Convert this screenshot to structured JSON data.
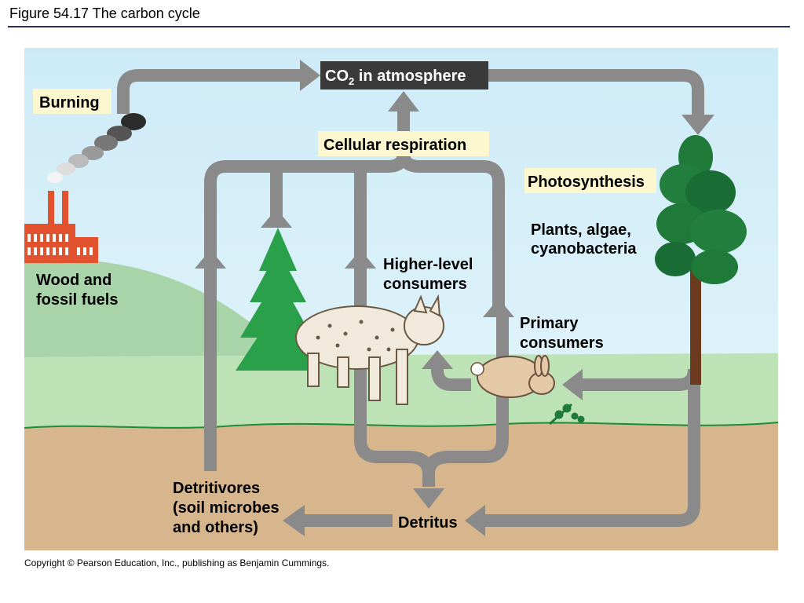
{
  "header": {
    "figure_title": "Figure 54.17  The carbon cycle"
  },
  "diagram": {
    "atmosphere": {
      "prefix": "CO",
      "subscript": "2",
      "suffix": " in atmosphere"
    },
    "burning": "Burning",
    "cellular_respiration": "Cellular respiration",
    "photosynthesis": "Photosynthesis",
    "plants": [
      "Plants, algae,",
      "cyanobacteria"
    ],
    "wood_fuels": [
      "Wood and",
      "fossil fuels"
    ],
    "higher_consumers": [
      "Higher-level",
      "consumers"
    ],
    "primary_consumers": [
      "Primary",
      "consumers"
    ],
    "detritivores": [
      "Detritivores",
      "(soil microbes",
      "and others)"
    ],
    "detritus": "Detritus"
  },
  "footer": {
    "copyright": "Copyright © Pearson Education, Inc., publishing as Benjamin Cummings."
  },
  "colors": {
    "sky": "#d7eff9",
    "hill": "#a9d4aa",
    "grass": "#b9dfb3",
    "soil": "#d7b68d",
    "arrow": "#8a8a8a",
    "label_box": "#fdf7d0",
    "dark_box": "#3a3a3a",
    "factory": "#e2522e",
    "tree_green": "#1f7a3a",
    "trunk": "#6b3a1f"
  }
}
